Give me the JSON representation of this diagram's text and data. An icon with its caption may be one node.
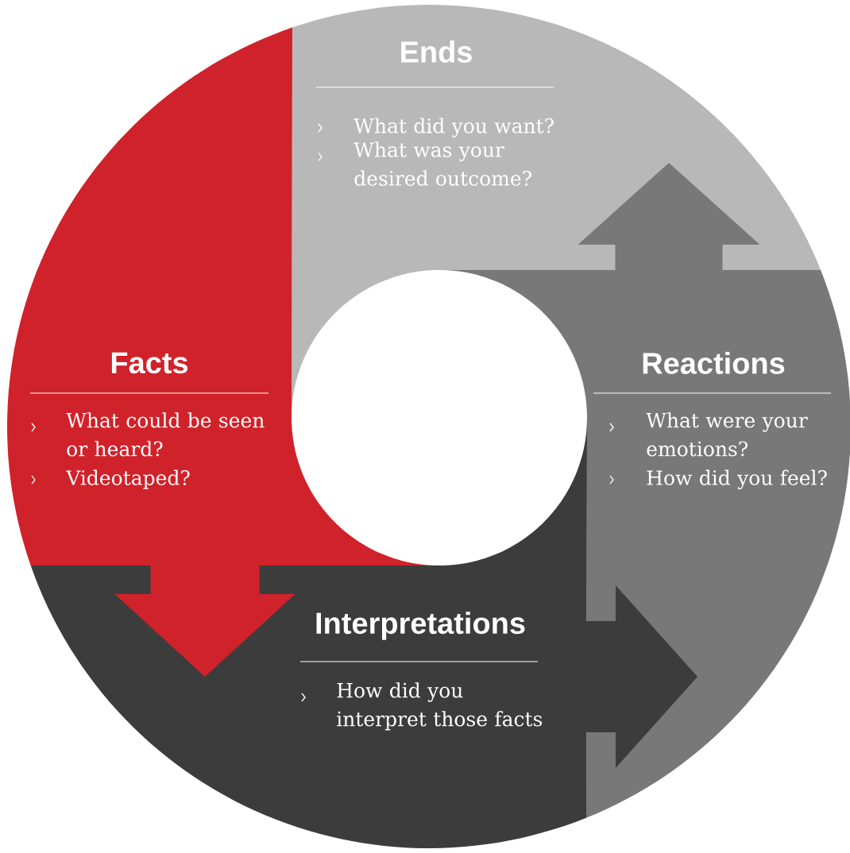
{
  "diagram": {
    "nodes": [
      {
        "text": [
          "Ends",
          "What did you want?",
          "What was your desired outcome?"
        ]
      },
      {
        "text": [
          "Facts",
          "What could be seen or heard?",
          "Videotaped?"
        ]
      },
      {
        "text": [
          "Reactions",
          "What were your emotions?",
          "How did you feel?"
        ]
      },
      {
        "text": [
          "Interpretations",
          "How did you interpret those facts"
        ]
      }
    ],
    "edges": [
      {
        "from": 1,
        "to": 3,
        "arrow": "to",
        "color": "#d0222a"
      },
      {
        "from": 3,
        "to": 2,
        "arrow": "to",
        "color": "#3c3c3c"
      },
      {
        "from": 2,
        "to": 0,
        "arrow": "to",
        "color": "#787878"
      }
    ]
  }
}
